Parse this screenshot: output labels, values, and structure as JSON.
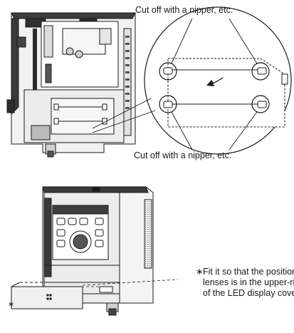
{
  "captions": {
    "top": "Cut off with a nipper, etc.",
    "bottom": "Cut off with a nipper, etc."
  },
  "note": {
    "marker": "∗",
    "lines": [
      "Fit it so that the position of",
      "lenses is in the upper-right",
      "of the LED display cover."
    ]
  },
  "left_marker": "∗",
  "arrow_icon": "arrow-down-left-icon",
  "colors": {
    "line": "#1a1a1a",
    "body_fill": "#eeeeee",
    "dark_part": "#4a4a4a"
  }
}
